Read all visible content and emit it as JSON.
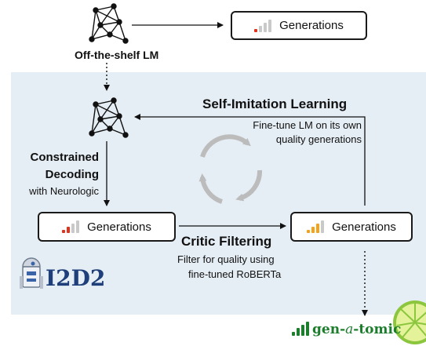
{
  "nodes": {
    "top_model_label": "Off-the-shelf LM",
    "generations_top": "Generations",
    "generations_left": "Generations",
    "generations_right": "Generations"
  },
  "edges": {
    "self_imitation_title": "Self-Imitation Learning",
    "self_imitation_desc_1": "Fine-tune LM on its own",
    "self_imitation_desc_2": "quality generations",
    "constrained_title_1": "Constrained",
    "constrained_title_2": "Decoding",
    "constrained_desc": "with Neurologic",
    "critic_title": "Critic Filtering",
    "critic_desc_1": "Filter for quality using",
    "critic_desc_2": "fine-tuned RoBERTa"
  },
  "brand": {
    "i2d2": "I2D2",
    "gen_prefix": "gen-",
    "gen_a": "a",
    "gen_suffix": "-tomic"
  },
  "colors": {
    "panel": "#e6eef5",
    "bar_red": "#e0321c",
    "bar_orange": "#f5a21b",
    "bar_grey": "#c9c9c9",
    "bar_green": "#1c7d2c",
    "cycle_grey": "#bcbcbc"
  }
}
